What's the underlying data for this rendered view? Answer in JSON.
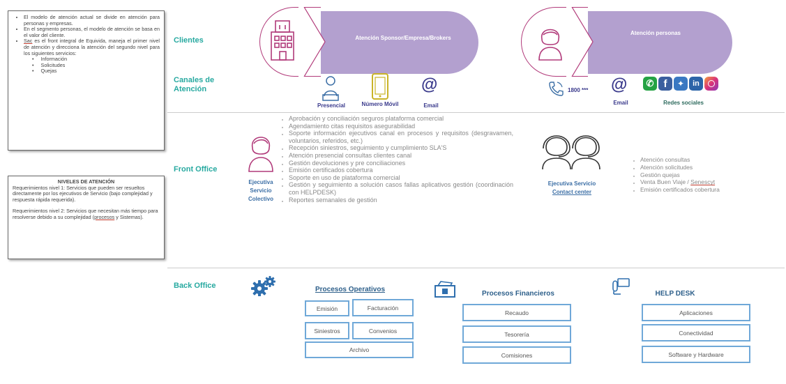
{
  "info_box": {
    "bullets": [
      "El modelo de atención actual se divide en atención para personas y empresas.",
      "En el segmento personas, el modelo de atención se basa en el valor del cliente.",
      "es el front integral de Equivida, maneja el primer nivel de atención y direcciona la atención del segundo nivel para los siguientes servicios:"
    ],
    "bullet3_prefix": "Sac",
    "sub_items": [
      "Información",
      "Solicitudes",
      "Quejas"
    ]
  },
  "levels_box": {
    "title": "NIVELES DE ATENCIÓN",
    "level1": "Requerimientos nivel 1: Servicios que pueden ser resueltos directamente por los ejecutivos de Servicio (bajo complejidad y respuesta rápida requerida).",
    "level2_start": "Requerimientos nivel 2: Servicios que necesitan más tiempo para resolverse debido a su complejidad (",
    "level2_underlined": "procesos",
    "level2_end": " y Sistemas)."
  },
  "sections": {
    "clientes": "Clientes",
    "canales": "Canales de Atención",
    "front_office": "Front Office",
    "back_office": "Back Office"
  },
  "client_pills": [
    {
      "label": "Atención Sponsor/Empresa/Brokers",
      "icon": "building-icon"
    },
    {
      "label": "Atención personas",
      "icon": "person-icon"
    }
  ],
  "channels_left": [
    {
      "label": "Presencial",
      "icon": "person-desk-icon"
    },
    {
      "label": "Número Móvil",
      "icon": "mobile-phone-icon"
    },
    {
      "label": "Email",
      "icon": "at-icon"
    }
  ],
  "channels_right": {
    "phone_number": "1800 ***",
    "email": "Email",
    "social": "Redes sociales",
    "social_icons": [
      "whatsapp-icon",
      "facebook-icon",
      "twitter-icon",
      "linkedin-icon",
      "instagram-icon"
    ]
  },
  "front_left": {
    "agent": [
      "Ejecutiva",
      "Servicio",
      "Colectivo"
    ],
    "tasks": [
      "Aprobación y conciliación seguros plataforma comercial",
      "Agendamiento citas requisitos asegurabilidad",
      "Soporte información ejecutivos canal en procesos y requisitos (desgravamen, voluntarios, referidos, etc.)",
      "Recepción siniestros, seguimiento y cumplimiento SLA'S",
      "Atención presencial consultas clientes canal",
      "Gestión devoluciones y pre conciliaciones",
      "Emisión certificados cobertura",
      "Soporte en uso de plataforma comercial",
      "Gestión y seguimiento a solución casos fallas aplicativos gestión (coordinación con HELPDESK)",
      "Reportes semanales de gestión"
    ]
  },
  "front_right": {
    "agent": [
      "Ejecutiva Servicio",
      "Contact center"
    ],
    "tasks": [
      "Atención consultas",
      "Atención solicitudes",
      "Gestión quejas",
      "Venta Buen Viaje / ",
      "Emisión certificados cobertura"
    ],
    "task4_underlined": "Senescyt"
  },
  "back_office": {
    "operativos": {
      "title": "Procesos Operativos",
      "items": [
        "Emisión",
        "Facturación",
        "Siniestros",
        "Convenios",
        "Archivo"
      ]
    },
    "financieros": {
      "title": "Procesos Financieros",
      "items": [
        "Recaudo",
        "Tesorería",
        "Comisiones"
      ]
    },
    "helpdesk": {
      "title": "HELP DESK",
      "items": [
        "Aplicaciones",
        "Conectividad",
        "Software y Hardware"
      ]
    }
  },
  "colors": {
    "teal": "#27a9a0",
    "purple_pill": "#b3a0cf",
    "magenta_icon": "#b13a7a",
    "navy_label": "#3a3a8c",
    "blue_box": "#6fa8d8"
  }
}
